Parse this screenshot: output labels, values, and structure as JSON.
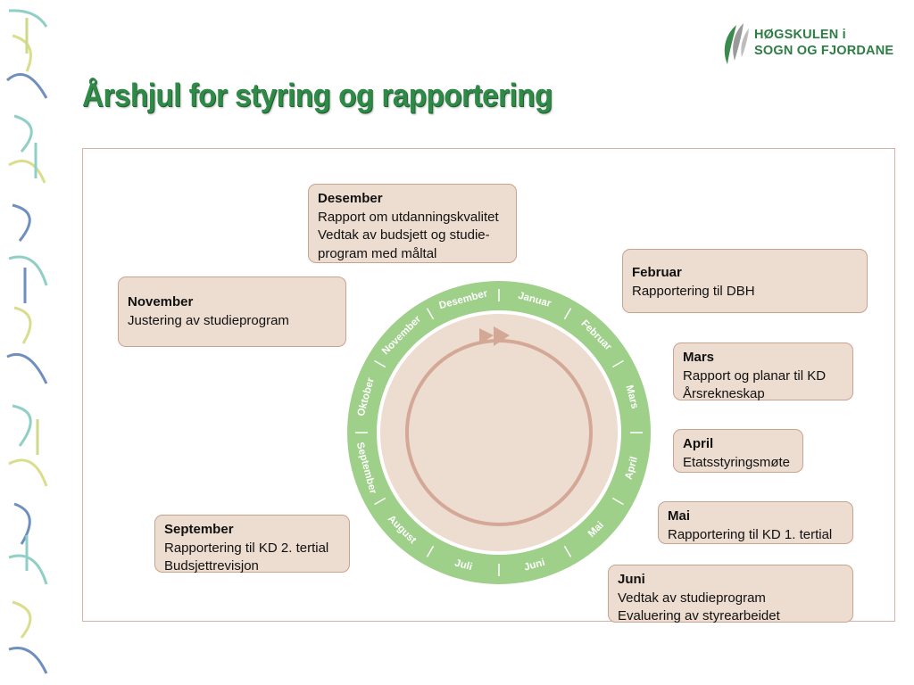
{
  "title": "Årshjul for styring og rapportering",
  "logo": {
    "line1": "HØGSKULEN i",
    "line2": "SOGN OG FJORDANE"
  },
  "colors": {
    "title_green": "#2f8a48",
    "ring_green": "#9ed08a",
    "box_fill": "#eddcd0",
    "box_border": "#c9a290",
    "arrow": "#d4a896"
  },
  "wheel_months": [
    "Januar",
    "Februar",
    "Mars",
    "April",
    "Mai",
    "Juni",
    "Juli",
    "August",
    "September",
    "Oktober",
    "November",
    "Desember"
  ],
  "boxes": {
    "desember": {
      "month": "Desember",
      "lines": [
        "Rapport om utdanningskvalitet",
        "Vedtak av budsjett og studie-",
        "program med måltal"
      ]
    },
    "november": {
      "month": "November",
      "lines": [
        "Justering av studieprogram"
      ]
    },
    "februar": {
      "month": "Februar",
      "lines": [
        "Rapportering til DBH"
      ]
    },
    "mars": {
      "month": "Mars",
      "lines": [
        "Rapport og planar til KD",
        "Årsrekneskap"
      ]
    },
    "april": {
      "month": "April",
      "lines": [
        "Etatsstyringsmøte"
      ]
    },
    "mai": {
      "month": "Mai",
      "lines": [
        "Rapportering til KD 1. tertial"
      ]
    },
    "juni": {
      "month": "Juni",
      "lines": [
        "Vedtak av studieprogram",
        "Evaluering av styrearbeidet"
      ]
    },
    "september": {
      "month": "September",
      "lines": [
        "Rapportering til KD 2. tertial",
        "Budsjettrevisjon"
      ]
    }
  }
}
